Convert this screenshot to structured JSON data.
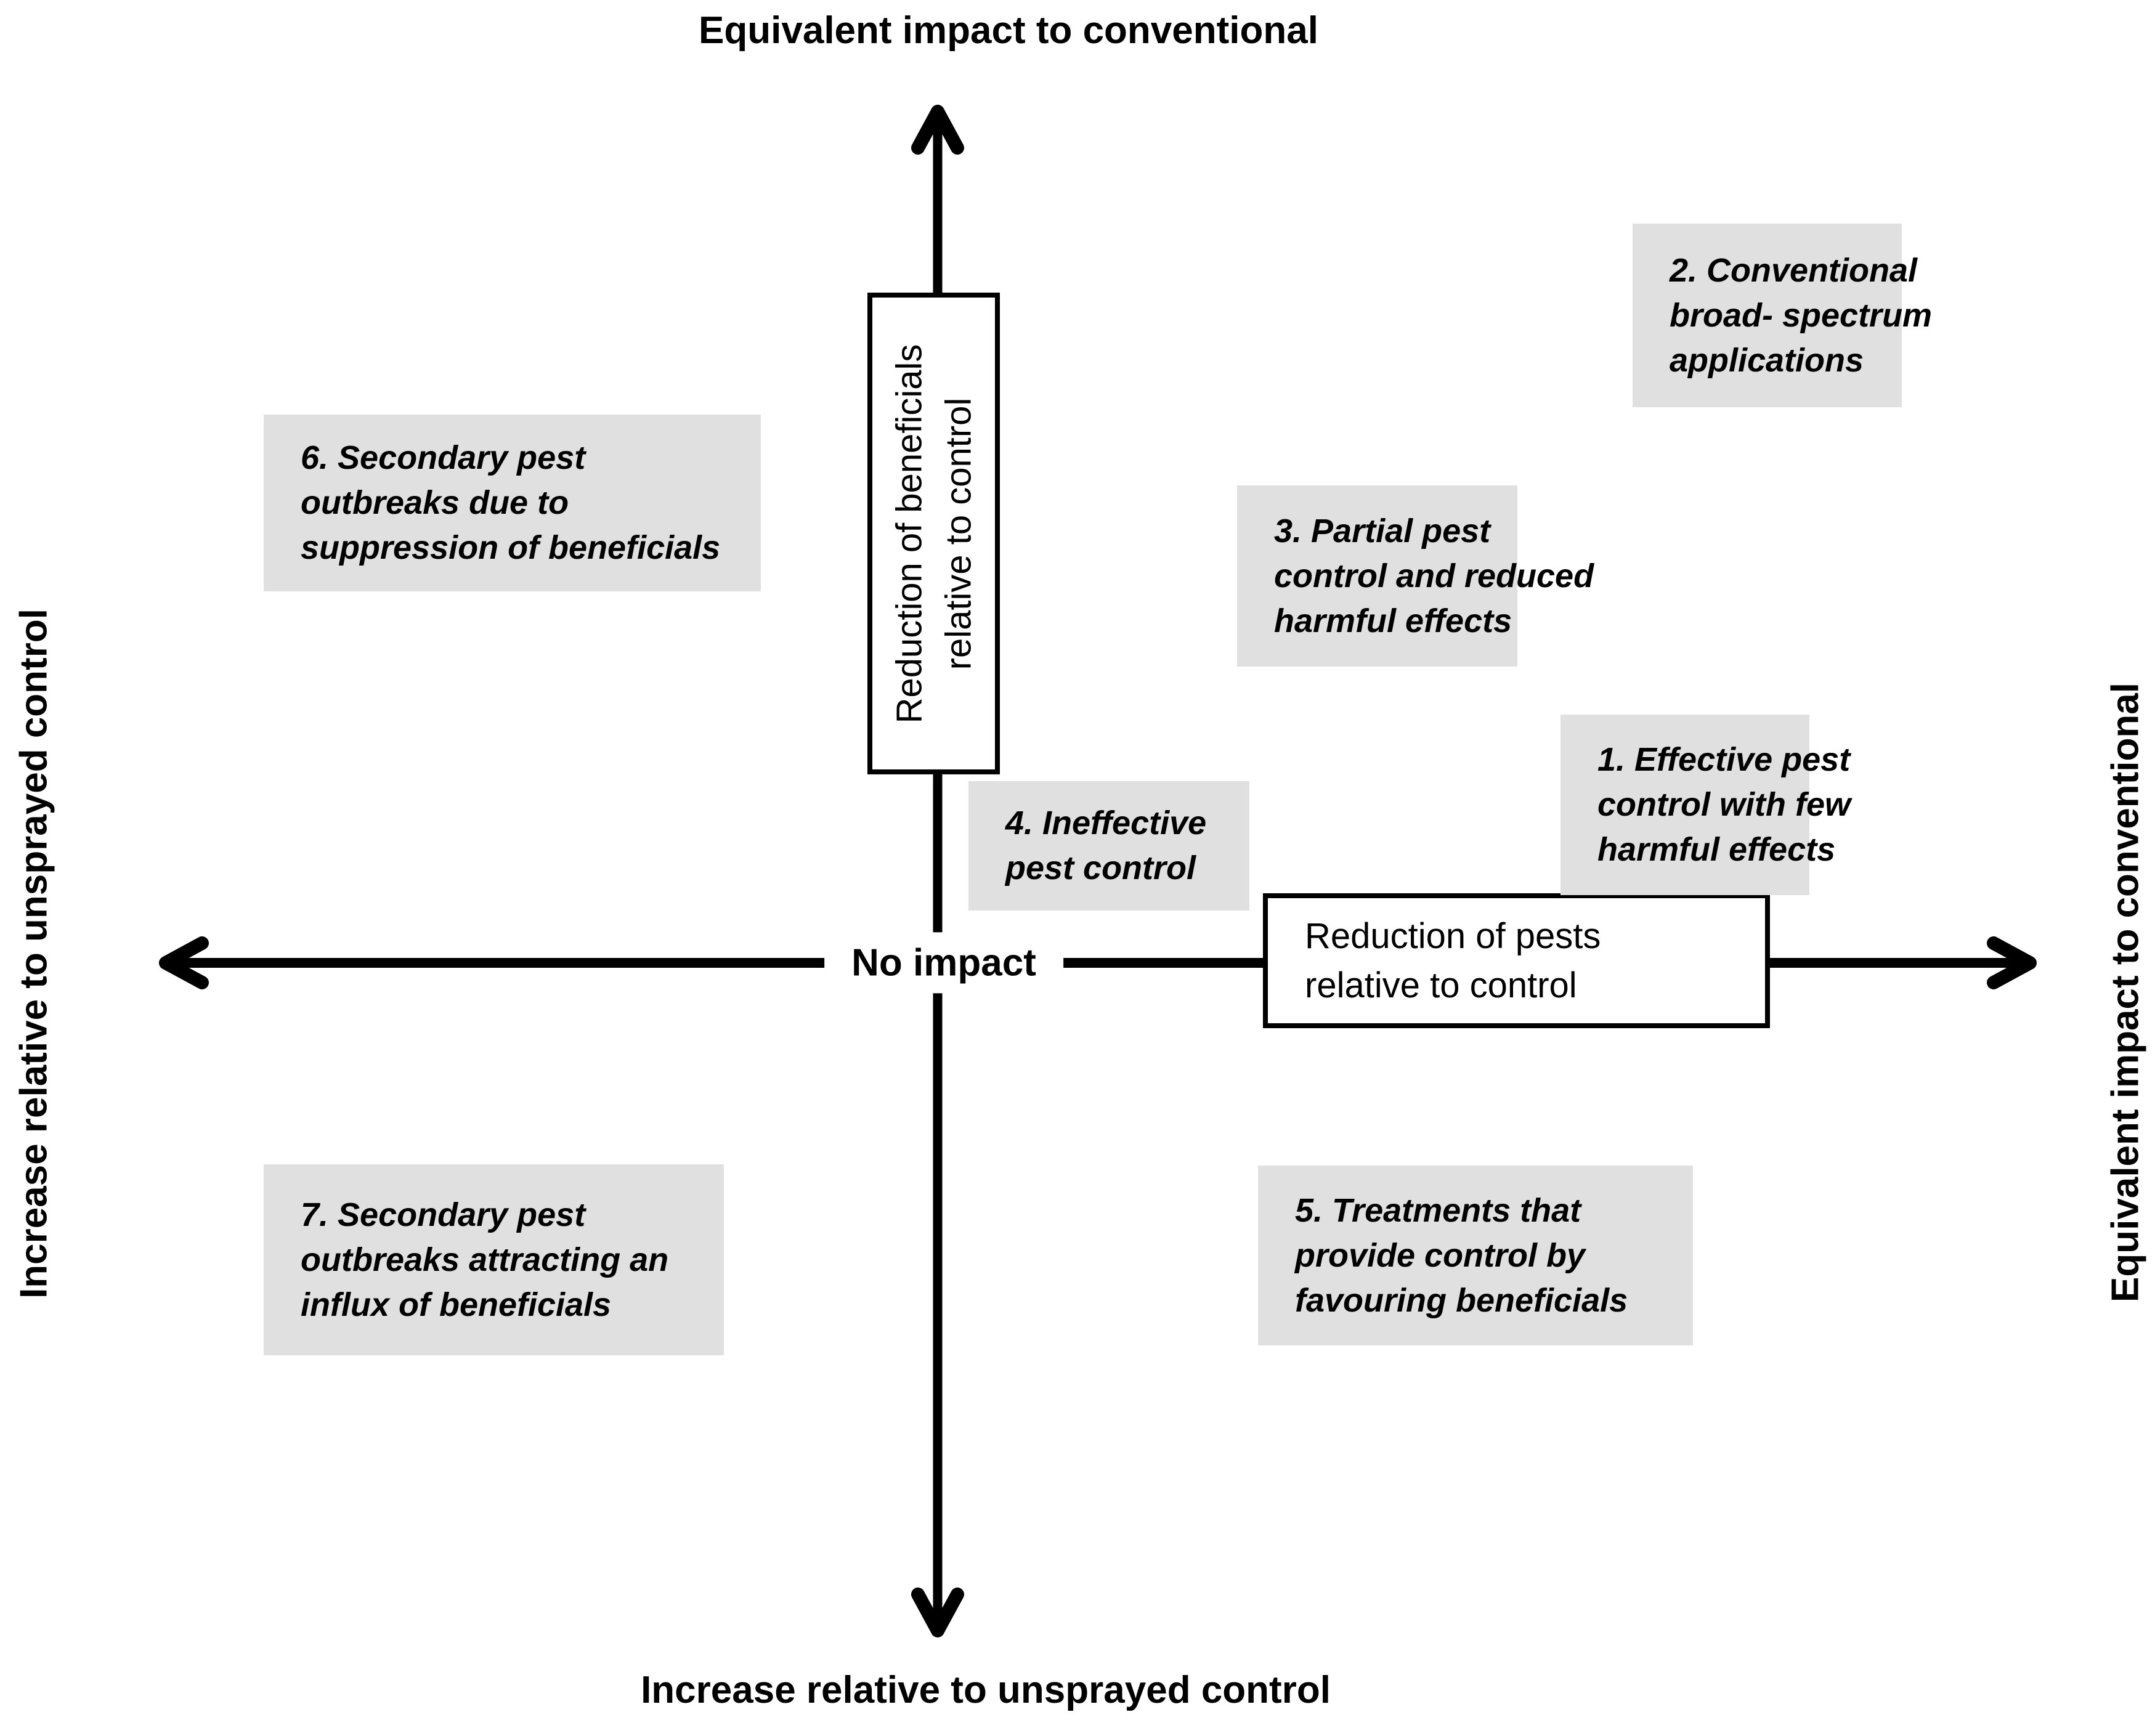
{
  "figure": {
    "top_axis_label": "Equivalent impact to conventional",
    "bottom_axis_label": "Increase relative to unsprayed control",
    "left_axis_label": "Increase relative to unsprayed control",
    "right_axis_label": "Equivalent impact to conventional",
    "origin_label": "No impact",
    "vertical_axis_title": {
      "line1": "Reduction of beneficials",
      "line2": "relative to control"
    },
    "horizontal_axis_title": {
      "line1": "Reduction of pests",
      "line2": "relative to control"
    },
    "notes": [
      {
        "lines": [
          "1. Effective pest",
          "control with few",
          "harmful effects"
        ]
      },
      {
        "lines": [
          "2. Conventional",
          "broad- spectrum",
          "applications"
        ]
      },
      {
        "lines": [
          "3. Partial pest",
          "control and reduced",
          "harmful effects"
        ]
      },
      {
        "lines": [
          "4. Ineffective",
          "pest control"
        ]
      },
      {
        "lines": [
          "5. Treatments that",
          "provide control by",
          "favouring beneficials"
        ]
      },
      {
        "lines": [
          "6. Secondary pest",
          "outbreaks due to",
          "suppression of beneficials"
        ]
      },
      {
        "lines": [
          "7. Secondary pest",
          "outbreaks attracting an",
          "influx of beneficials"
        ]
      }
    ],
    "colors": {
      "note_background": "#e0e0e0",
      "ink": "#000000",
      "background": "#ffffff"
    }
  }
}
